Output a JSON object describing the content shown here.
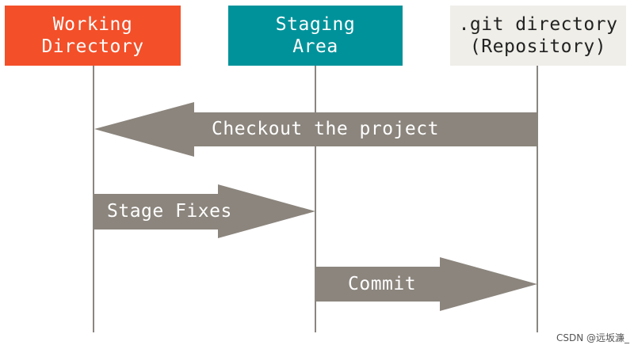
{
  "columns": {
    "working_directory": "Working\nDirectory",
    "staging_area": "Staging\nArea",
    "git_directory": ".git directory\n(Repository)"
  },
  "arrows": {
    "checkout": "Checkout the project",
    "stage": "Stage Fixes",
    "commit": "Commit"
  },
  "watermark": "CSDN @远坂濂_",
  "colors": {
    "working_directory": "#f34f29",
    "staging_area": "#00929a",
    "git_directory": "#efeee8",
    "arrow": "#8b857d"
  }
}
